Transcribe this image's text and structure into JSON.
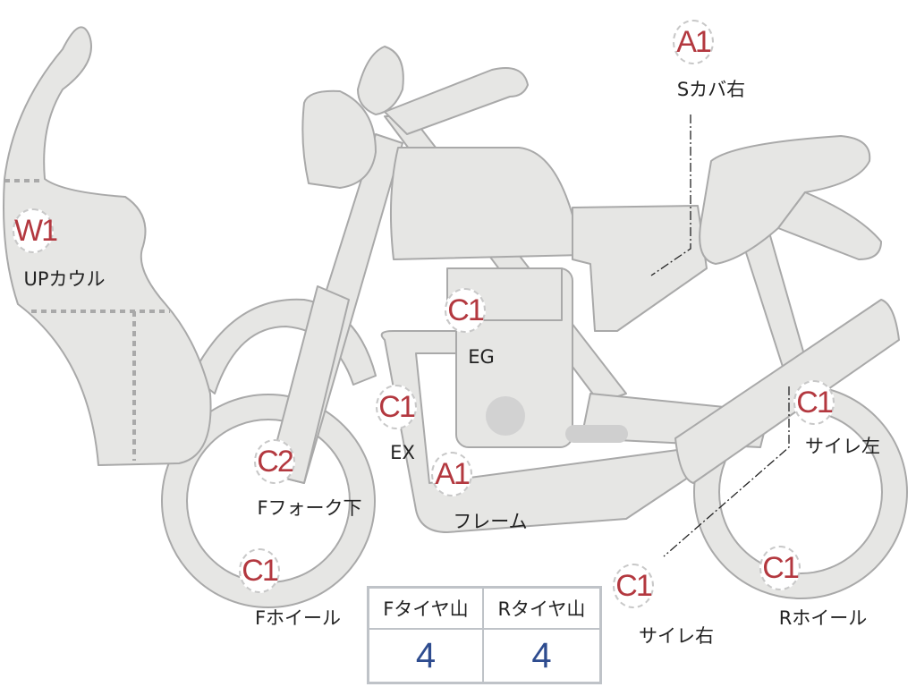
{
  "parts": [
    {
      "code": "A1",
      "label": "Sカバ右"
    },
    {
      "code": "W1",
      "label": "UPカウル"
    },
    {
      "code": "C1",
      "label": "EG"
    },
    {
      "code": "C1",
      "label": "EX"
    },
    {
      "code": "C2",
      "label": "Fフォーク下"
    },
    {
      "code": "A1",
      "label": "フレーム"
    },
    {
      "code": "C1",
      "label": "Fホイール"
    },
    {
      "code": "C1",
      "label": "サイレ左"
    },
    {
      "code": "C1",
      "label": "サイレ右"
    },
    {
      "code": "C1",
      "label": "Rホイール"
    }
  ],
  "tire_table": {
    "headers": [
      "Fタイヤ山",
      "Rタイヤ山"
    ],
    "values": [
      "4",
      "4"
    ]
  },
  "colors": {
    "body": "#e6e6e4",
    "outline": "#a9a9a9",
    "code": "#b3383f",
    "value": "#2e4c8f"
  }
}
